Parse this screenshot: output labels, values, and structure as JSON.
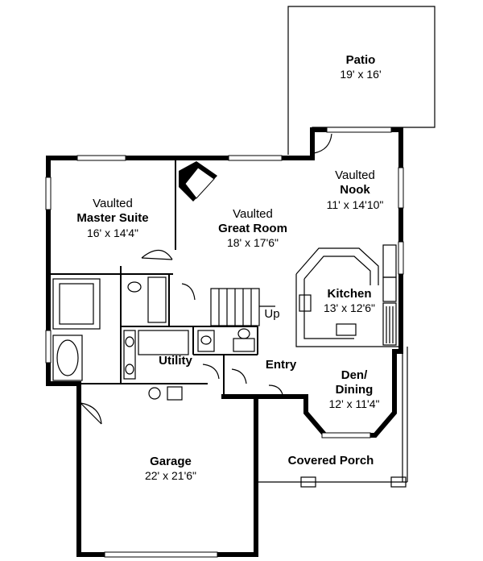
{
  "rooms": {
    "patio": {
      "name": "Patio",
      "dims": "19' x 16'"
    },
    "nook": {
      "prefix": "Vaulted",
      "name": "Nook",
      "dims": "11' x 14'10\""
    },
    "master_suite": {
      "prefix": "Vaulted",
      "name": "Master Suite",
      "dims": "16' x 14'4\""
    },
    "great_room": {
      "prefix": "Vaulted",
      "name": "Great Room",
      "dims": "18' x 17'6\""
    },
    "kitchen": {
      "name": "Kitchen",
      "dims": "13' x 12'6\""
    },
    "utility": {
      "name": "Utility"
    },
    "entry": {
      "name": "Entry"
    },
    "stairs": {
      "label": "Up"
    },
    "den_dining": {
      "name_line1": "Den/",
      "name_line2": "Dining",
      "dims": "12' x 11'4\""
    },
    "garage": {
      "name": "Garage",
      "dims": "22' x 21'6\""
    },
    "covered_porch": {
      "name": "Covered Porch"
    }
  },
  "colors": {
    "wall": "#000000",
    "background": "#ffffff"
  }
}
